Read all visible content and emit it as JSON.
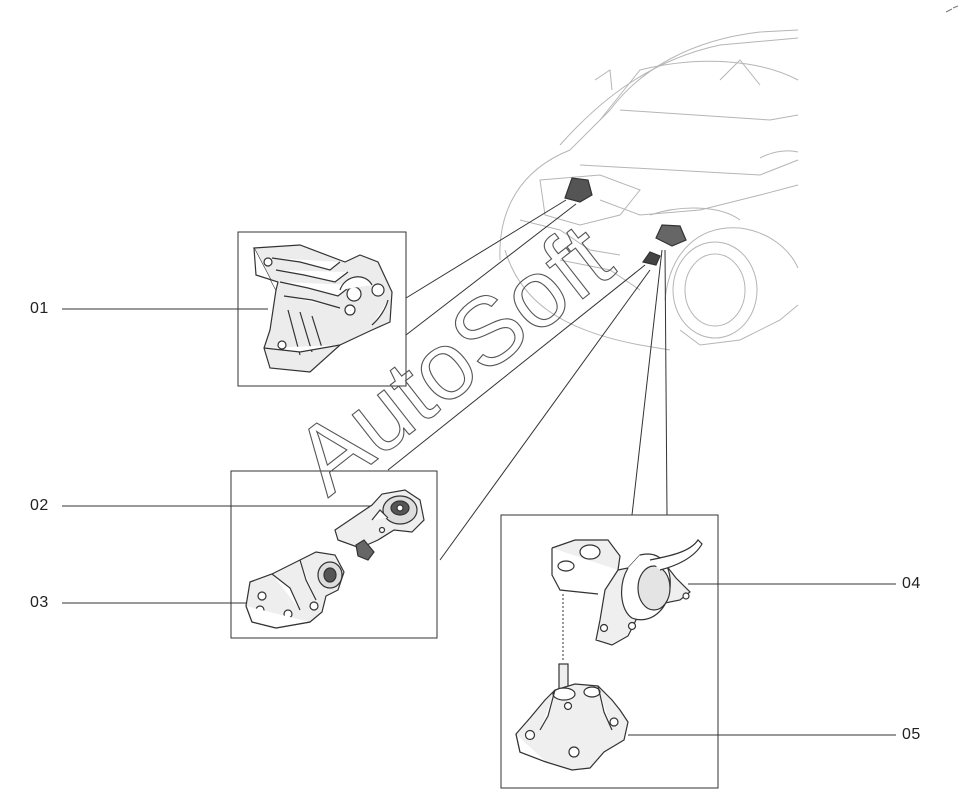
{
  "labels": {
    "part_01": "01",
    "part_02": "02",
    "part_03": "03",
    "part_04": "04",
    "part_05": "05"
  },
  "watermark": "AutoSoft",
  "colors": {
    "line": "#333333",
    "faint": "#b5b5b5",
    "watermark_stroke": "#555555"
  }
}
